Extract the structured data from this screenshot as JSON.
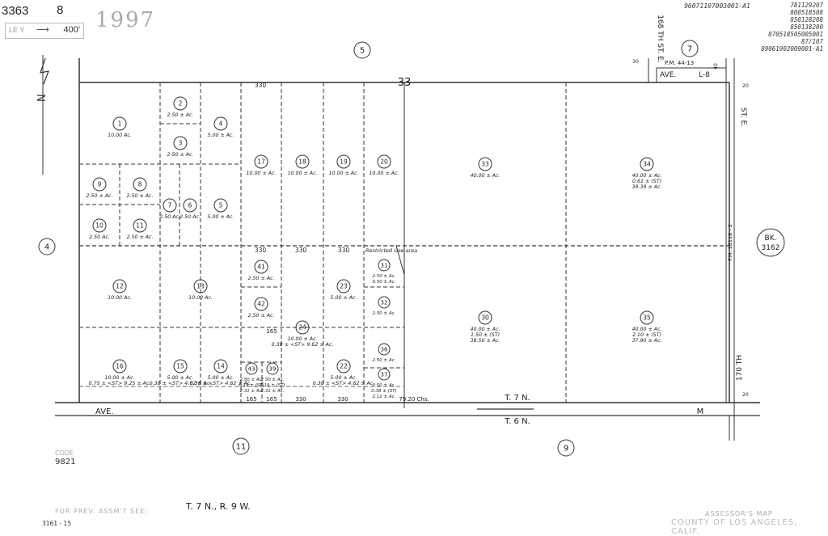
{
  "header": {
    "book": "3363",
    "page": "8",
    "year": "1997",
    "scale_label": "LE Y",
    "scale_value": "400'",
    "ref_numbers_main": "96071107003001-A1",
    "ref_numbers": [
      "781129207",
      "800518508",
      "850128208",
      "850138200",
      "870518505005001",
      "87/107",
      "89061902009001-A1"
    ]
  },
  "streets": {
    "top_street_label": "AVE.",
    "top_street_code": "L-8",
    "bottom_street_left": "AVE.",
    "bottom_street_right": "M",
    "st_168": "168 TH ST. E.",
    "st_170": "170 TH",
    "st_e": "ST. E.",
    "pm_note": "P.M. 44-13"
  },
  "township": {
    "north": "T. 7 N.",
    "south": "T. 6 N.",
    "range_text": "T. 7 N., R. 9 W."
  },
  "section_number": "33",
  "chain_label": "79.20 Chs.",
  "fm_label": "F.M. 18118 - 2",
  "adjacent_pages": {
    "north": "5",
    "northeast": "7",
    "west": "4",
    "south_west": "11",
    "south_east": "9",
    "book_label": "BK.",
    "book_value": "3162"
  },
  "dimensions": {
    "top_330": "330",
    "mid_330_a": "330",
    "mid_330_b": "330",
    "mid_330_c": "330",
    "row_165": "165",
    "bottom_165_a": "165",
    "bottom_165_b": "165",
    "bottom_330_a": "330",
    "bottom_330_b": "330",
    "ne_30": "30",
    "ne_40": "40",
    "e_20_top": "20",
    "e_20_bot": "20"
  },
  "restricted_area_note": "Restricted Use area",
  "parcels": [
    {
      "id": "1",
      "area": "10.00 Ac."
    },
    {
      "id": "2",
      "area": "2.50 ± Ac."
    },
    {
      "id": "3",
      "area": "2.50 ± Ac."
    },
    {
      "id": "4",
      "area": "5.00 ± Ac."
    },
    {
      "id": "5",
      "area": "5.00 ± Ac."
    },
    {
      "id": "6",
      "area": "2.50 Ac."
    },
    {
      "id": "7",
      "area": "2.50 Ac."
    },
    {
      "id": "8",
      "area": "2.50 ± Ac."
    },
    {
      "id": "9",
      "area": "2.50 ± Ac."
    },
    {
      "id": "10",
      "area": "2.50 Ac."
    },
    {
      "id": "11",
      "area": "2.50 ± Ac."
    },
    {
      "id": "12",
      "area": "10.00 Ac."
    },
    {
      "id": "13",
      "area": "10.00 Ac."
    },
    {
      "id": "14",
      "area": "5.00 ± Ac. 0.38 ± <ST> 4.62 ± Ac."
    },
    {
      "id": "15",
      "area": "5.00 ± Ac. 0.38 ± <ST> 4.62 ± Ac."
    },
    {
      "id": "16",
      "area": "10.00 ± Ac. 0.75 ± <ST> 9.25 ± Ac."
    },
    {
      "id": "17",
      "area": "10.00 ± Ac."
    },
    {
      "id": "18",
      "area": "10.00 ± Ac."
    },
    {
      "id": "19",
      "area": "10.00 ± Ac."
    },
    {
      "id": "20",
      "area": "10.00 ± Ac."
    },
    {
      "id": "22",
      "area": "5.00 ± Ac. 0.38 ± <ST> 4.62 ± Ac."
    },
    {
      "id": "23",
      "area": "5.00 ± Ac."
    },
    {
      "id": "24",
      "area": "10.00 ± Ac. 0.38 ± <ST> 9.62 ± Ac."
    },
    {
      "id": "30",
      "area": "40.00 ± Ac. 1.50 ± (ST) 38.50 ± Ac."
    },
    {
      "id": "31",
      "area": "2.50 ± Ac. 0.50 ± Ac."
    },
    {
      "id": "32",
      "area": "2.50 ± Ac."
    },
    {
      "id": "33",
      "area": "40.00 ± Ac."
    },
    {
      "id": "34",
      "area": "40.00 ± Ac. 0.61 ± (ST) 39.39 ± Ac."
    },
    {
      "id": "35",
      "area": "40.00 ± Ac. 2.10 ± (ST) 37.90 ± Ac."
    },
    {
      "id": "36",
      "area": "2.50 ± Ac."
    },
    {
      "id": "37",
      "area": "2.50 ± Ac. 0.38 ± (ST) 2.12 ± Ac."
    },
    {
      "id": "39",
      "area": "2.50 ± Ac. 0.19 ± (ST) 2.31 ± Ac."
    },
    {
      "id": "41",
      "area": "2.50 ± Ac."
    },
    {
      "id": "42",
      "area": "2.50 ± Ac."
    },
    {
      "id": "43",
      "area": "2.50 ± Ac. 0.19 ± (ST) 2.31 ± Ac."
    }
  ],
  "footer": {
    "code_label": "CODE",
    "code_value": "9821",
    "prev_assmt": "FOR PREV. ASSM'T SEE:",
    "prev_id": "3161 - 15",
    "assessor_line1": "ASSESSOR'S MAP",
    "assessor_line2": "COUNTY OF LOS ANGELES, CALIF."
  }
}
